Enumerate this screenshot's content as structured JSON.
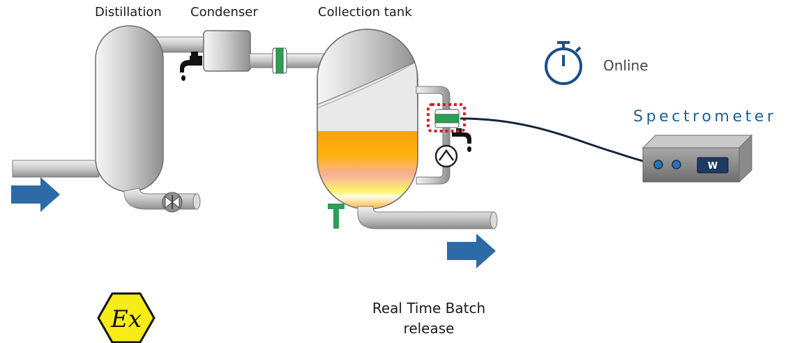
{
  "labels": {
    "distillation": "Distillation",
    "condenser": "Condenser",
    "collection_tank": "Collection tank",
    "online": "Online",
    "spectrometer": "Spectrometer",
    "real_time_batch_release": "Real Time Batch release"
  },
  "icons": {
    "ex_symbol": "Ex",
    "stopwatch": "stopwatch-icon",
    "spectrometer_logo": "W"
  },
  "colors": {
    "pipe": "#c8c8c8",
    "arrow": "#2d6aa8",
    "fitting_green": "#2e9e57",
    "ex_yellow": "#f6ec17",
    "highlight_red": "#d21f1f",
    "text_blue": "#1f5f95",
    "stopwatch": "#1d4f85"
  }
}
